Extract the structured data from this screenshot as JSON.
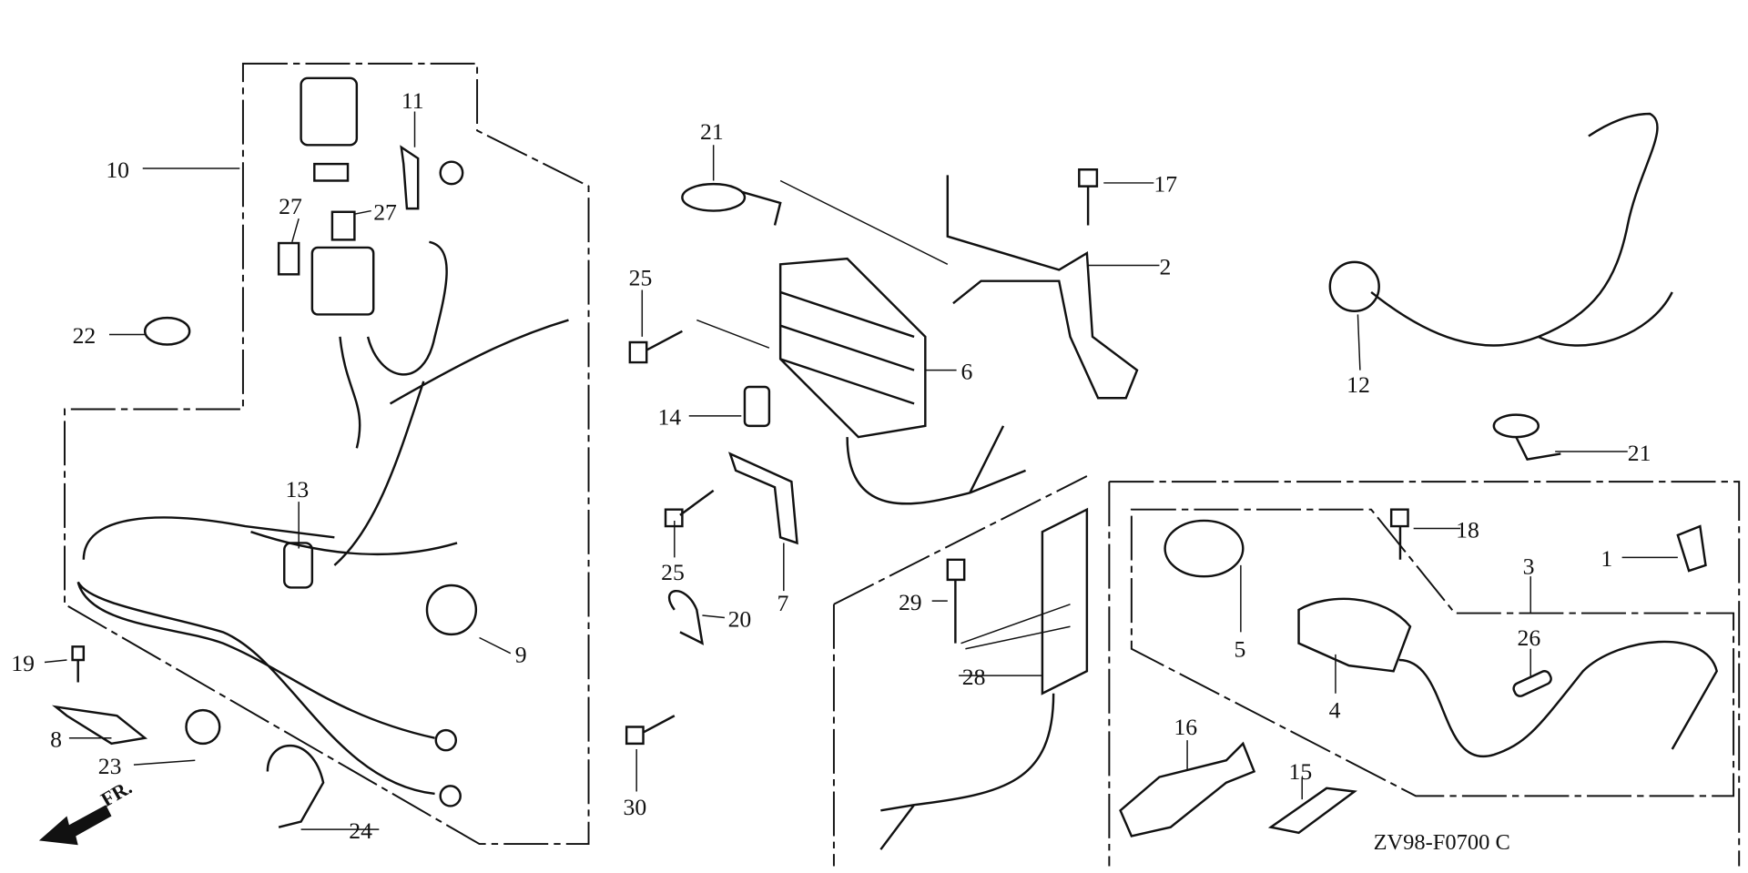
{
  "diagram": {
    "labels": [
      "10",
      "11",
      "27",
      "27",
      "22",
      "13",
      "9",
      "19",
      "8",
      "23",
      "24",
      "FR.",
      "21",
      "25",
      "14",
      "25",
      "20",
      "7",
      "30",
      "17",
      "2",
      "6",
      "12",
      "21",
      "29",
      "28",
      "5",
      "18",
      "1",
      "3",
      "26",
      "4",
      "16",
      "15"
    ],
    "drawing_code": "ZV98-F0700 C"
  }
}
